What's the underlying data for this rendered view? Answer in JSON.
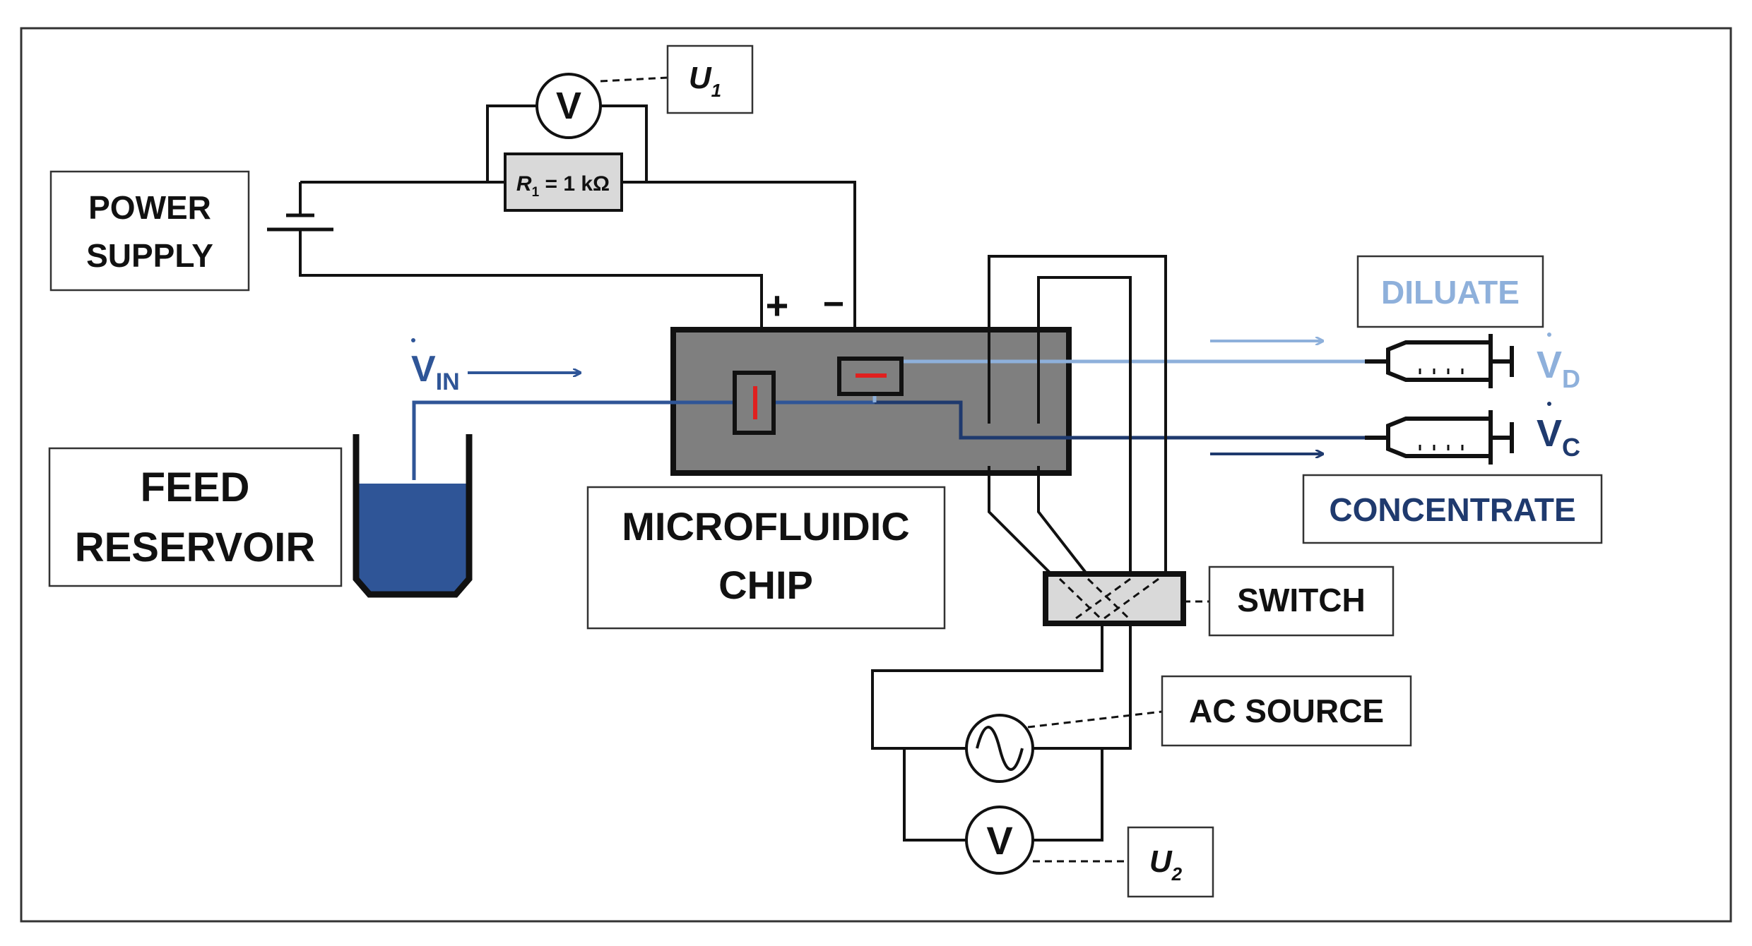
{
  "labels": {
    "power_supply": [
      "POWER",
      "SUPPLY"
    ],
    "feed_reservoir": [
      "FEED",
      "RESERVOIR"
    ],
    "microfluidic_chip": [
      "MICROFLUIDIC",
      "CHIP"
    ],
    "diluate": "DILUATE",
    "concentrate": "CONCENTRATE",
    "switch": "SWITCH",
    "ac_source": "AC SOURCE"
  },
  "voltmeter_symbol": "V",
  "u1": {
    "base": "U",
    "sub": "1"
  },
  "u2": {
    "base": "U",
    "sub": "2"
  },
  "resistor": {
    "symbol": "R",
    "sub": "1",
    "value": " = 1 kΩ"
  },
  "polarity": {
    "plus": "+",
    "minus": "−"
  },
  "flows": {
    "inlet": {
      "symbol": "V",
      "sub": "IN"
    },
    "diluate": {
      "symbol": "V",
      "sub": "D"
    },
    "concentrate": {
      "symbol": "V",
      "sub": "C"
    }
  },
  "colors": {
    "inlet_stream": "#2f5597",
    "concentrate_stream": "#1f3a6e",
    "diluate_stream": "#8eb0db",
    "chip_body": "#7f7f7f",
    "electrode_mark": "#e0201f",
    "fluid": "#2f5597"
  }
}
